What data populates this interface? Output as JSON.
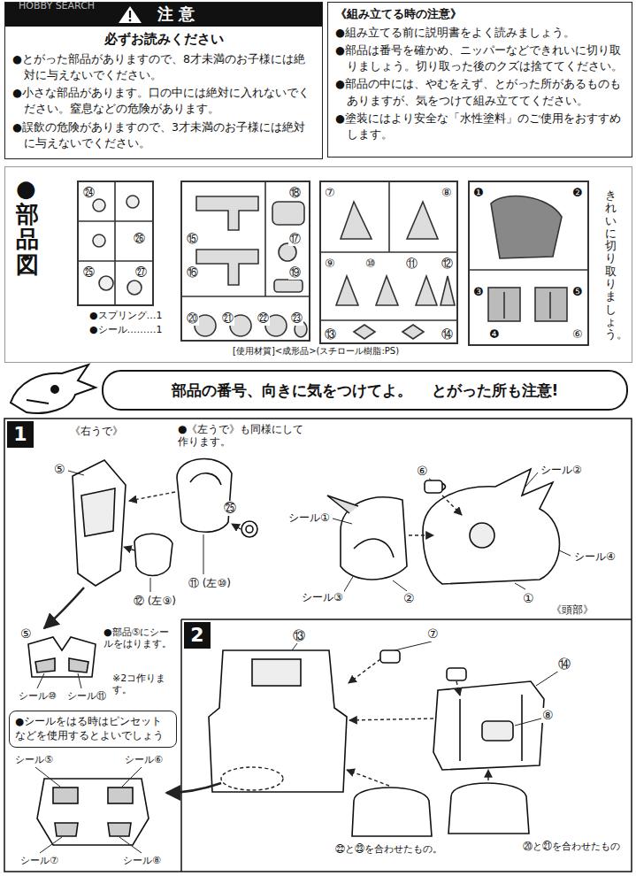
{
  "diagram": {
    "nodes": [
      {
        "text": [
          "注 意",
          "必ずお読みください",
          "●とがった部品がありますので、8才未満のお子様には絶対に与えないでください。",
          "●小さな部品があります。口の中には絶対に入れないでください。窒息などの危険があります。",
          "●誤飲の危険がありますので、3才未満のお子様には絶対に与えないでください。"
        ]
      },
      {
        "text": [
          "《組み立てる時の注意》",
          "●組み立てる前に説明書をよく読みましょう。",
          "●部品は番号を確かめ、ニッパーなどできれいに切り取りましょう。切り取った後のクズは捨ててください。",
          "●部品の中には、やむをえず、とがった所があるものもありますが、気をつけて組み立ててください。",
          "●塗装にはより安全な「水性塗料」のご使用をおすすめします。"
        ]
      },
      {
        "text": [
          "●部品図"
        ]
      },
      {
        "text": [
          "部品の番号、向きに気をつけてよ。",
          "とがった所も注意!"
        ]
      },
      {
        "text": [
          "1"
        ]
      },
      {
        "text": [
          "2"
        ]
      },
      {
        "text": [
          "●シールをはる時はピンセットなどを使用するとよいでしょう"
        ]
      }
    ],
    "labels": [
      "HOBBY SEARCH",
      "㉔",
      "㉖",
      "㉕",
      "㉗",
      "●スプリング…1",
      "●シール………1",
      "⑱",
      "⑮",
      "⑰",
      "⑯",
      "⑲",
      "⑳",
      "㉑",
      "㉒",
      "㉓",
      "⑦",
      "⑧",
      "⑨",
      "⑩",
      "⑪",
      "⑫",
      "⑬",
      "⑭",
      "❶",
      "❷",
      "❸",
      "❺",
      "❹",
      "⑥",
      "きれいに切り取りましょう。",
      "[使用材質]<成形品>(スチロール樹脂:PS)",
      "《右うで》",
      "●《左うで》も同様にして作ります。",
      "⑤",
      "㉕",
      "⑪ (左⑩)",
      "⑫ (左⑨)",
      "⑥",
      "シール②",
      "シール①",
      "シール④",
      "シール③",
      "②",
      "①",
      "《頭部》",
      "⑤",
      "●部品⑤にシールをはります。",
      "※2コ作ります。",
      "シール⑩",
      "シール⑪",
      "⑦",
      "⑬",
      "⑭",
      "⑧",
      "㉒と㉓を合わせたもの。",
      "⑳と㉑を合わせたもの",
      "シール⑤",
      "シール⑥",
      "シール⑦",
      "シール⑧"
    ]
  }
}
